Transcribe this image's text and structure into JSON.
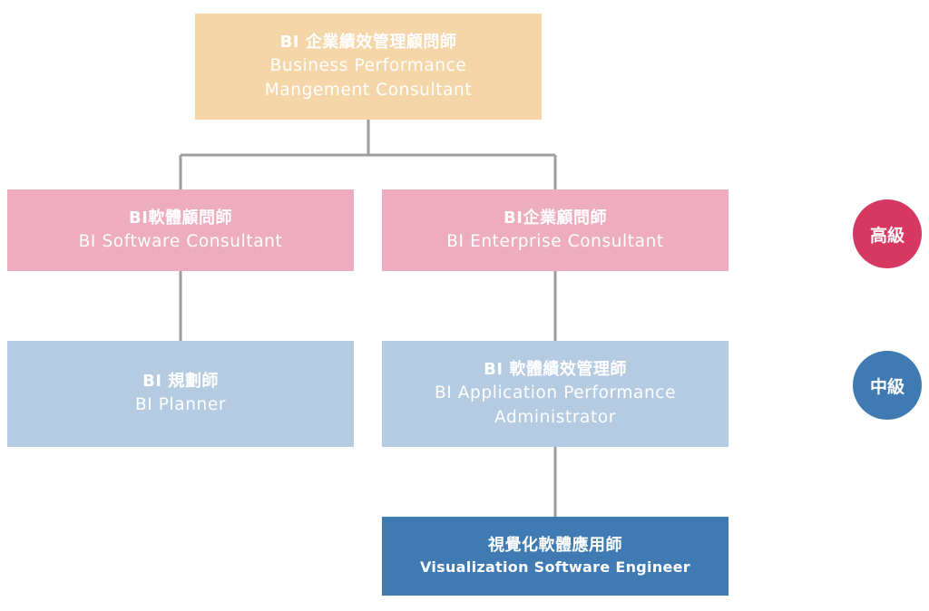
{
  "nodes": {
    "top": {
      "zh": "BI 企業績效管理顧問師",
      "en_line1": "Business Performance",
      "en_line2": "Mangement Consultant"
    },
    "software": {
      "zh": "BI軟體顧問師",
      "en_line1": "BI Software Consultant"
    },
    "enterprise": {
      "zh": "BI企業顧問師",
      "en_line1": "BI Enterprise Consultant"
    },
    "planner": {
      "zh": "BI 規劃師",
      "en_line1": "BI Planner"
    },
    "app_admin": {
      "zh": "BI 軟體績效管理師",
      "en_line1": "BI Application Performance",
      "en_line2": "Administrator"
    },
    "viz": {
      "zh": "視覺化軟體應用師",
      "en_line1": "Visualization Software Engineer"
    }
  },
  "levels": {
    "senior": "高級",
    "mid": "中級"
  },
  "colors": {
    "top_box": "#f5d6a8",
    "senior_box": "#eeadbe",
    "mid_box": "#b5cbe1",
    "junior_box": "#3f7bb2",
    "senior_badge": "#d63862",
    "mid_badge": "#3f7bb2",
    "connector": "#9e9e9e"
  }
}
